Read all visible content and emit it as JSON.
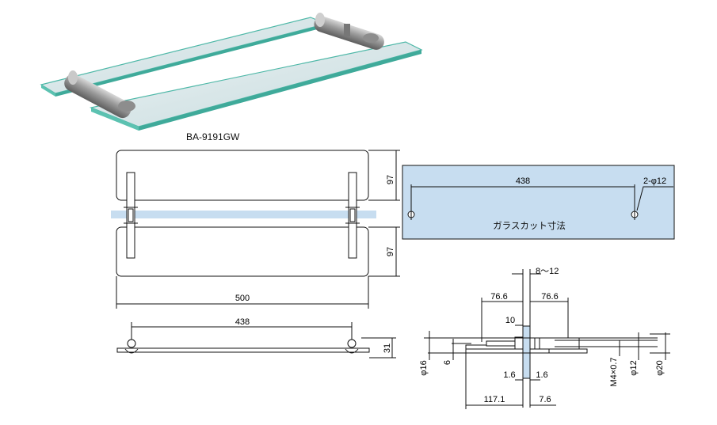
{
  "product": {
    "model": "BA-9191GW",
    "glass_cut_label": "ガラスカット寸法"
  },
  "colors": {
    "glass_tint": "#c7ddf0",
    "glass_edge": "#4fb8a8",
    "steel": "#a9a9a9",
    "line": "#111111"
  },
  "dimensions": {
    "top_view": {
      "height_upper": "97",
      "height_lower": "97",
      "width_total": "500"
    },
    "glass_cut": {
      "hole_spacing": "438",
      "hole_spec": "2-φ12"
    },
    "side_view": {
      "hole_spacing": "438",
      "height": "31"
    },
    "detail": {
      "gap": "8〜12",
      "left_reach": "76.6",
      "right_reach": "76.6",
      "offset_10": "10",
      "glass_thickness_left": "1.6",
      "glass_thickness_right": "1.6",
      "total_left": "117.1",
      "right_7_6": "7.6",
      "dia_16": "φ16",
      "height_6": "6",
      "thread": "M4×0.7",
      "dia_12": "φ12",
      "dia_20": "φ20"
    }
  }
}
